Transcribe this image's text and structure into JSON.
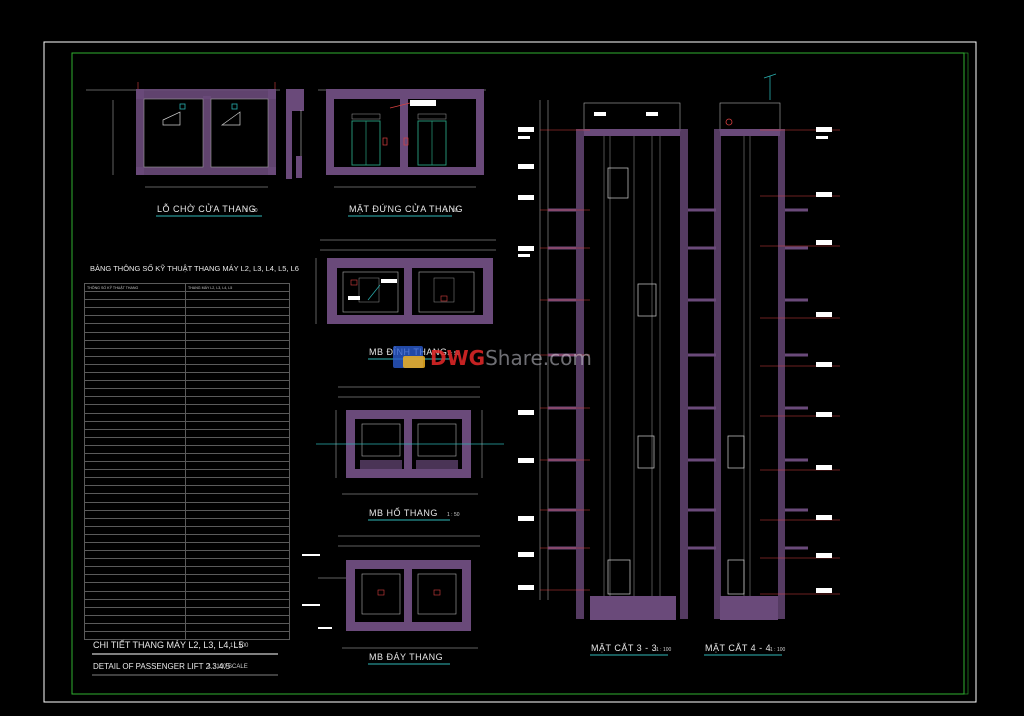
{
  "titles": {
    "lo_cho": "LỖ CHỜ CỬA THANG",
    "lo_cho_scale": "1 : 50",
    "mat_dung": "MẶT ĐỨNG CỬA THANG",
    "mat_dung_scale": "1 : 50",
    "table_title": "BẢNG THÔNG SỐ KỸ THUẬT THANG MÁY L2, L3, L4, L5, L6",
    "mb_dinh": "MB ĐỈNH THANG",
    "mb_dinh_scale": "1 : 50",
    "mb_ho": "MB HỐ THANG",
    "mb_ho_scale": "1 : 50",
    "mb_day": "MB ĐÁY THANG",
    "mat_cat_33": "MẶT CẮT 3 - 3",
    "mat_cat_33_scale": "1 : 100",
    "mat_cat_44": "MẶT CẮT 4 - 4",
    "mat_cat_44_scale": "1 : 100",
    "chi_tiet": "CHI TIẾT THANG MÁY L2, L3, L4, L5",
    "chi_tiet_scale": "1 : 100",
    "detail_en": "DETAIL OF PASSENGER LIFT 2.3.4.5",
    "detail_en_scale": "1 : 100 SCALE"
  },
  "watermark": {
    "brand_red": "DWG",
    "brand_rest": "Share.com"
  },
  "spec_rows": [
    [
      "THÔNG SỐ KỸ THUẬT THANG",
      "THANG MÁY L2, L3, L4, L5"
    ],
    [
      "",
      ""
    ],
    [
      "",
      ""
    ],
    [
      "",
      ""
    ],
    [
      "",
      ""
    ],
    [
      "",
      ""
    ],
    [
      "",
      ""
    ],
    [
      "",
      ""
    ],
    [
      "",
      ""
    ],
    [
      "",
      ""
    ],
    [
      "",
      ""
    ],
    [
      "",
      ""
    ],
    [
      "",
      ""
    ],
    [
      "",
      ""
    ],
    [
      "",
      ""
    ],
    [
      "",
      ""
    ],
    [
      "",
      ""
    ],
    [
      "",
      ""
    ],
    [
      "",
      ""
    ],
    [
      "",
      ""
    ],
    [
      "",
      ""
    ],
    [
      "",
      ""
    ],
    [
      "",
      ""
    ],
    [
      "",
      ""
    ],
    [
      "",
      ""
    ],
    [
      "",
      ""
    ],
    [
      "",
      ""
    ],
    [
      "",
      ""
    ],
    [
      "",
      ""
    ],
    [
      "",
      ""
    ],
    [
      "",
      ""
    ],
    [
      "",
      ""
    ],
    [
      "",
      ""
    ],
    [
      "",
      ""
    ],
    [
      "",
      ""
    ],
    [
      "",
      ""
    ],
    [
      "",
      ""
    ],
    [
      "",
      ""
    ],
    [
      "",
      ""
    ],
    [
      "",
      ""
    ],
    [
      "",
      ""
    ],
    [
      "",
      ""
    ],
    [
      "",
      ""
    ],
    [
      "",
      ""
    ]
  ],
  "colors": {
    "background": "#000000",
    "wall": "#6a4a7a",
    "line": "#b0b0b0",
    "dim": "#d84040",
    "accent": "#2ab0b0",
    "underline": "#30b8b8"
  }
}
